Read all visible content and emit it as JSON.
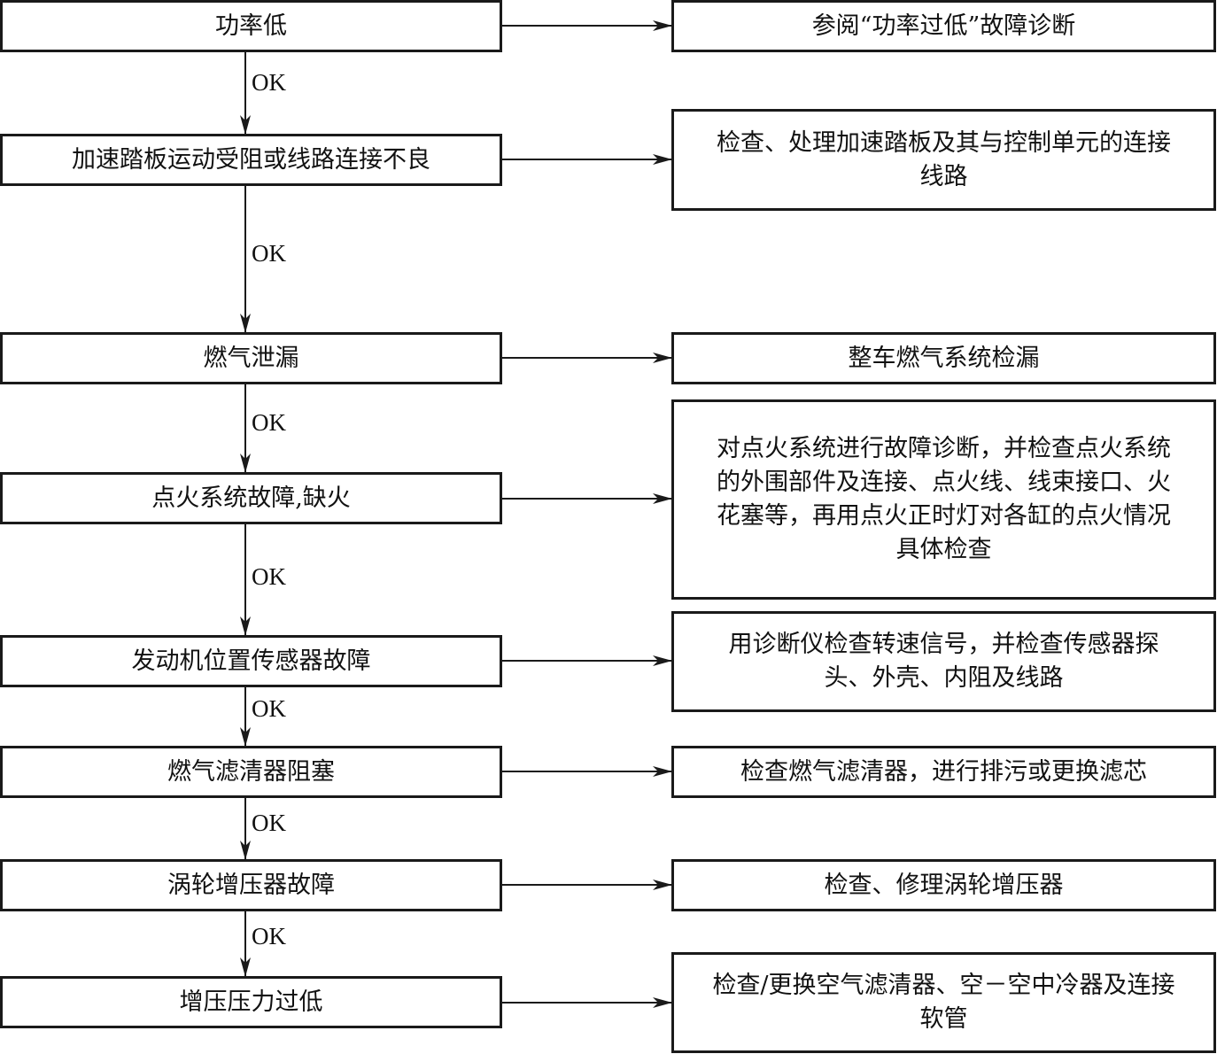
{
  "flow": {
    "causes": [
      "功率低",
      "加速踏板运动受阻或线路连接不良",
      "燃气泄漏",
      "点火系统故障,缺火",
      "发动机位置传感器故障",
      "燃气滤清器阻塞",
      "涡轮增压器故障",
      "增压压力过低"
    ],
    "actions": [
      "参阅“功率过低”故障诊断",
      "检查、处理加速踏板及其与控制单元的连接\n线路",
      "整车燃气系统检漏",
      "对点火系统进行故障诊断，并检查点火系统\n的外围部件及连接、点火线、线束接口、火\n花塞等，再用点火正时灯对各缸的点火情况\n具体检查",
      "用诊断仪检查转速信号，并检查传感器探\n头、外壳、内阻及线路",
      "检查燃气滤清器，进行排污或更换滤芯",
      "检查、修理涡轮增压器",
      "检查/更换空气滤清器、空－空中冷器及连接\n软管"
    ],
    "ok_label": "OK"
  }
}
